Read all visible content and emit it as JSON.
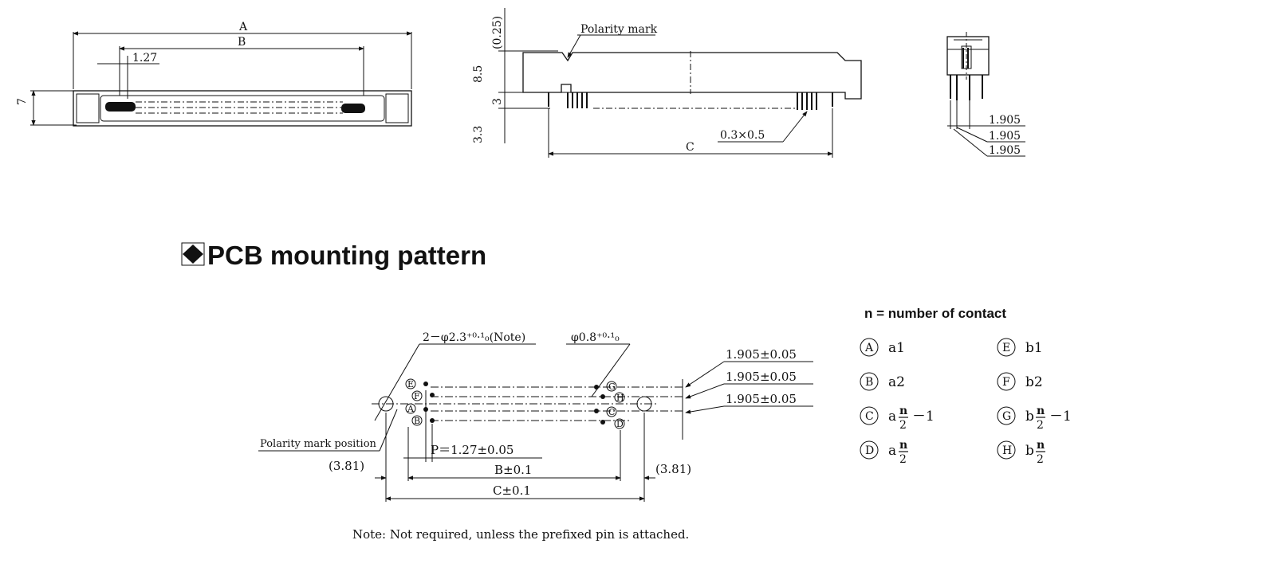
{
  "section_title": "PCB mounting pattern",
  "top_view": {
    "dims": {
      "A": "A",
      "B": "B",
      "pitch": "1.27",
      "height": "7"
    }
  },
  "side_view": {
    "polarity_mark": "Polarity mark",
    "dims": {
      "top_gap": "(0.25)",
      "body_height": "8.5",
      "base_height": "3",
      "pin_length": "3.3",
      "C": "C",
      "pin_size": "0.3×0.5"
    }
  },
  "end_view": {
    "dims": [
      "1.905",
      "1.905",
      "1.905"
    ]
  },
  "pcb": {
    "hole_note": "2－φ2.3⁺⁰·¹₀(Note)",
    "pin_hole": "φ0.8⁺⁰·¹₀",
    "polarity_position": "Polarity mark position",
    "row_dims": [
      "1.905±0.05",
      "1.905±0.05",
      "1.905±0.05"
    ],
    "pitch": "P＝1.27±0.05",
    "b_dim": "B±0.1",
    "c_dim": "C±0.1",
    "offset_left": "(3.81)",
    "offset_right": "(3.81)",
    "hole_labels": [
      "E",
      "F",
      "A",
      "B",
      "G",
      "H",
      "C",
      "D"
    ],
    "note": "Note: Not required, unless the prefixed pin is attached."
  },
  "legend": {
    "title": "n = number of contact",
    "items": [
      {
        "mark": "A",
        "prefix": "a1",
        "frac": "",
        "suffix": ""
      },
      {
        "mark": "B",
        "prefix": "a2",
        "frac": "",
        "suffix": ""
      },
      {
        "mark": "C",
        "prefix": "a",
        "frac": "n/2",
        "suffix": "－1"
      },
      {
        "mark": "D",
        "prefix": "a",
        "frac": "n/2",
        "suffix": ""
      },
      {
        "mark": "E",
        "prefix": "b1",
        "frac": "",
        "suffix": ""
      },
      {
        "mark": "F",
        "prefix": "b2",
        "frac": "",
        "suffix": ""
      },
      {
        "mark": "G",
        "prefix": "b",
        "frac": "n/2",
        "suffix": "－1"
      },
      {
        "mark": "H",
        "prefix": "b",
        "frac": "n/2",
        "suffix": ""
      }
    ]
  }
}
